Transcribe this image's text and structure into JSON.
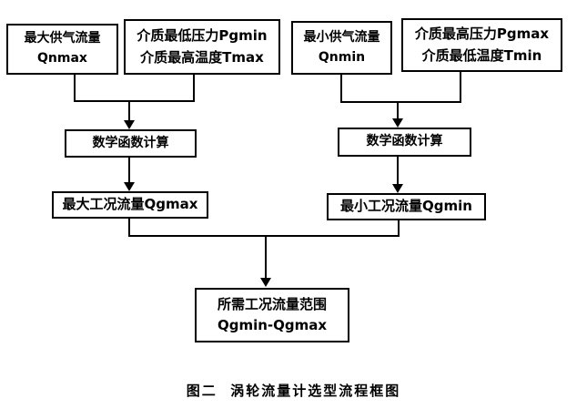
{
  "diagram": {
    "title": "涡轮流量计选型流程框图",
    "boxes": {
      "max_supply_flow": {
        "line1": "最大供气流量",
        "line2": "Qnmax"
      },
      "min_pressure_max_temp": {
        "line1": "介质最低压力Pgmin",
        "line2": "介质最高温度Tmax"
      },
      "min_supply_flow": {
        "line1": "最小供气流量",
        "line2": "Qnmin"
      },
      "max_pressure_min_temp": {
        "line1": "介质最高压力Pgmax",
        "line2": "介质最低温度Tmin"
      },
      "math_calc_left": {
        "label": "数学函数计算"
      },
      "math_calc_right": {
        "label": "数学函数计算"
      },
      "max_working_flow": {
        "label": "最大工况流量Qgmax"
      },
      "min_working_flow": {
        "label": "最小工况流量Qgmin"
      },
      "result_range": {
        "line1": "所需工况流量范围",
        "line2": "Qgmin-Qgmax"
      }
    },
    "caption": "图二  涡轮流量计选型流程框图",
    "colors": {
      "line": "#000000",
      "background": "#ffffff",
      "text": "#000000"
    }
  }
}
